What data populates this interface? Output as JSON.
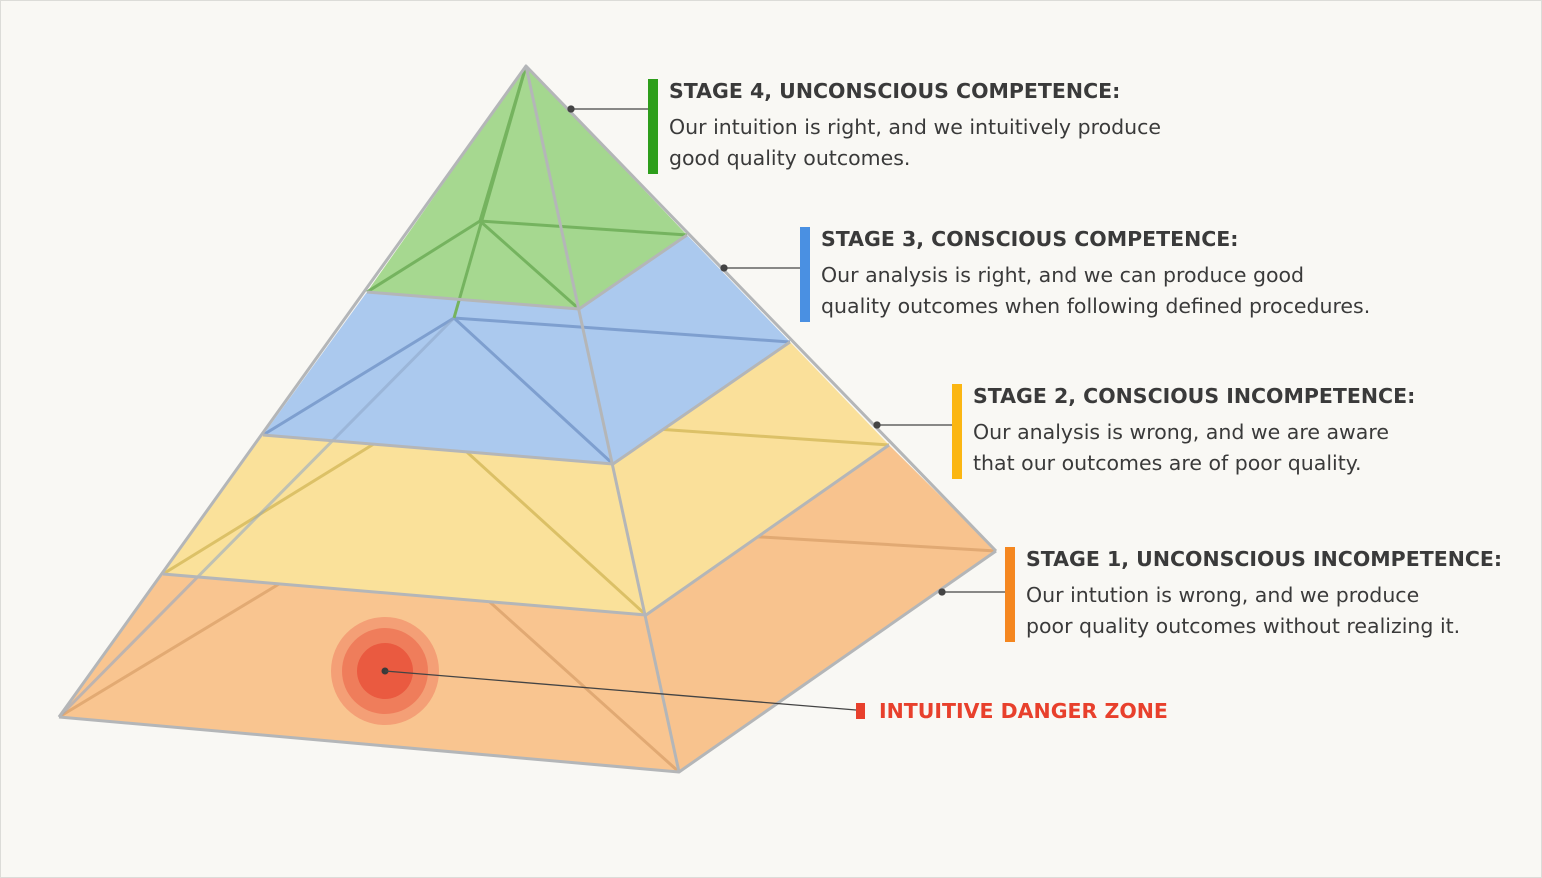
{
  "colors": {
    "stage1": "#f5871f",
    "stage2": "#fbb612",
    "stage3": "#4a90e2",
    "stage4": "#2e9e1b",
    "danger": "#e8402c"
  },
  "stages": [
    {
      "title": "STAGE 4, UNCONSCIOUS COMPETENCE:",
      "line1": "Our intuition is right, and we intuitively produce",
      "line2": "good quality outcomes."
    },
    {
      "title": "STAGE 3, CONSCIOUS COMPETENCE:",
      "line1": "Our analysis is right, and we can produce good",
      "line2": "quality outcomes when following defined procedures."
    },
    {
      "title": "STAGE 2, CONSCIOUS INCOMPETENCE:",
      "line1": "Our analysis is wrong, and we are aware",
      "line2": "that our outcomes are of poor quality."
    },
    {
      "title": "STAGE 1, UNCONSCIOUS INCOMPETENCE:",
      "line1": "Our intution is wrong, and we produce",
      "line2": "poor quality outcomes without realizing it."
    }
  ],
  "danger_zone": {
    "label": "INTUITIVE DANGER ZONE"
  }
}
